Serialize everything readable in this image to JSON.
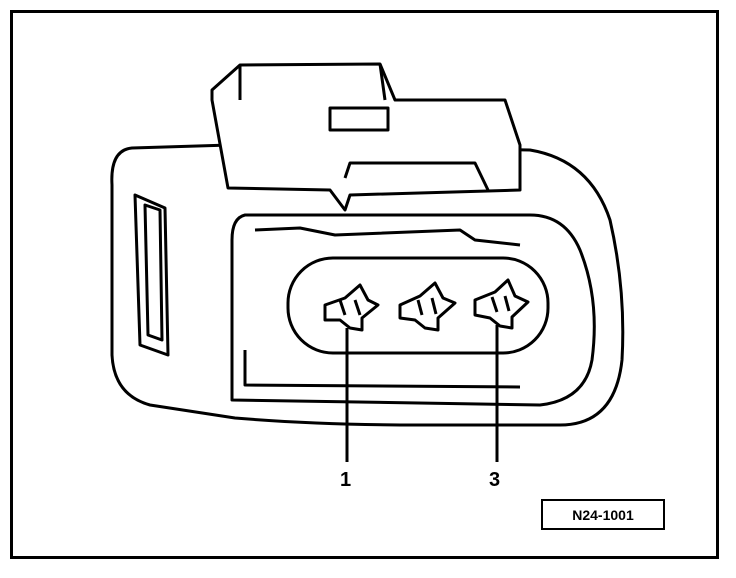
{
  "diagram": {
    "callouts": [
      {
        "id": "1",
        "label": "1"
      },
      {
        "id": "3",
        "label": "3"
      }
    ],
    "reference_code": "N24-1001"
  },
  "colors": {
    "ink": "#000000",
    "paper": "#ffffff",
    "shade": "#d9d9d9"
  }
}
